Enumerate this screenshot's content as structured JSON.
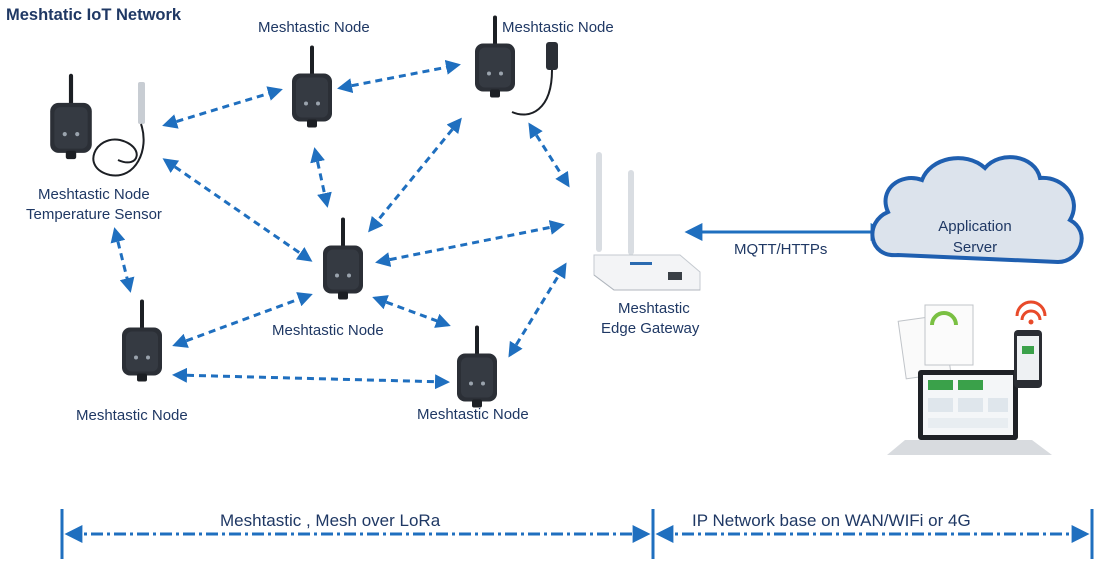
{
  "title": "Meshtatic IoT Network",
  "nodes": {
    "top_middle": "Meshtastic Node",
    "top_right": "Meshtastic Node",
    "temp_line1": "Meshtastic Node",
    "temp_line2": "Temperature Sensor",
    "center": "Meshtastic Node",
    "bottom_left": "Meshtastic Node",
    "bottom_right": "Meshtastic Node"
  },
  "gateway": {
    "line1": "Meshtastic",
    "line2": "Edge Gateway"
  },
  "protocol_label": "MQTT/HTTPs",
  "server": {
    "line1": "Application",
    "line2": "Server"
  },
  "spans": {
    "mesh": "Meshtastic , Mesh over LoRa",
    "ip": "IP Network base on WAN/WIFi or 4G"
  },
  "colors": {
    "arrow": "#1f6fbf",
    "text": "#1f3864",
    "device": "#2b2f36",
    "cloud_fill": "#dce3ec",
    "cloud_stroke": "#1f5fb0"
  }
}
